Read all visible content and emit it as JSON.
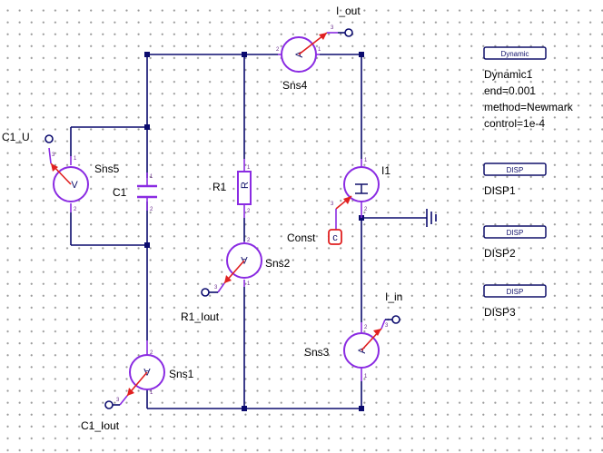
{
  "components": {
    "sns4": {
      "name": "Sns4",
      "symbol": "A"
    },
    "sns5": {
      "name": "Sns5",
      "symbol": "V"
    },
    "sns2": {
      "name": "Sns2",
      "symbol": "A"
    },
    "sns1": {
      "name": "Sns1",
      "symbol": "A"
    },
    "sns3": {
      "name": "Sns3",
      "symbol": "A"
    },
    "c1": {
      "name": "C1"
    },
    "r1": {
      "name": "R1",
      "symbol": "R"
    },
    "i1": {
      "name": "I1"
    },
    "const": {
      "name": "Const",
      "symbol": "c"
    }
  },
  "outputs": {
    "i_out": "I_out",
    "c1_u": "C1_U",
    "r1_iout": "R1_Iout",
    "c1_iout": "C1_Iout",
    "i_in": "I_in"
  },
  "pins": {
    "one": "1",
    "two": "2",
    "three": "3"
  },
  "analysis": {
    "badge": "Dynamic",
    "name": "Dynamic1",
    "end": "end=0.001",
    "method": "method=Newmark",
    "control": "control=1e-4"
  },
  "displays": [
    {
      "badge": "DISP",
      "name": "DISP1"
    },
    {
      "badge": "DISP",
      "name": "DISP2"
    },
    {
      "badge": "DISP",
      "name": "DISP3"
    }
  ],
  "colors": {
    "wire": "#0b0b6e",
    "component": "#8a2be2",
    "probe": "#e02020",
    "label": "#10106a"
  }
}
